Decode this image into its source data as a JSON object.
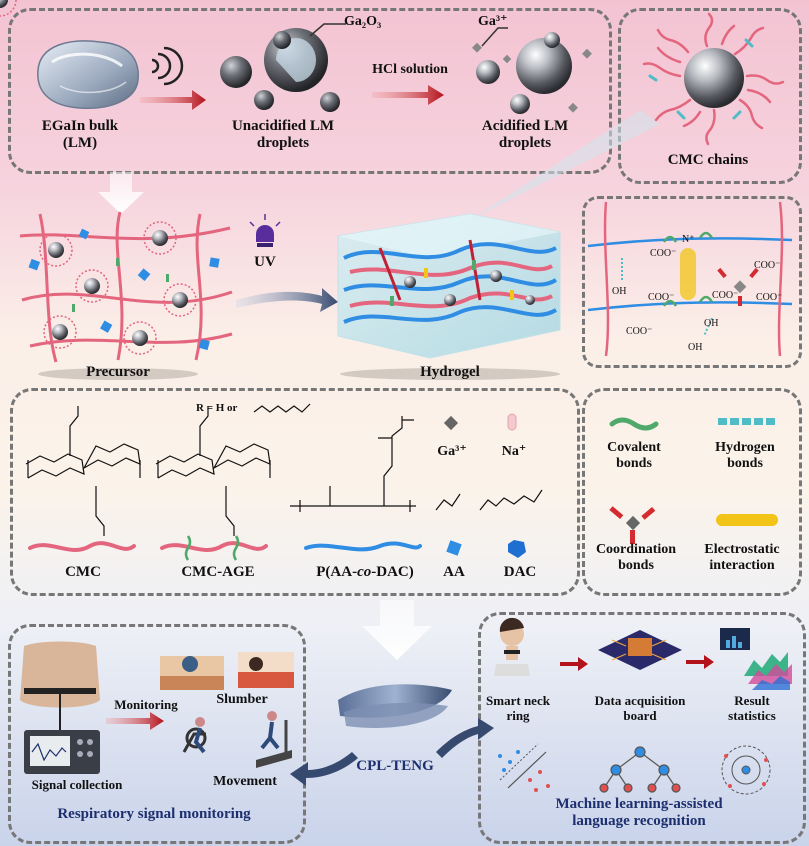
{
  "top": {
    "bulk_label_1": "EGaIn bulk",
    "bulk_label_2": "(LM)",
    "oxide_label": "Ga₂O₃",
    "unacid_label_1": "Unacidified LM",
    "unacid_label_2": "droplets",
    "hcl_label": "HCl solution",
    "ion_label": "Ga³⁺",
    "acid_label_1": "Acidified LM",
    "acid_label_2": "droplets",
    "cmc_chains_label": "CMC chains"
  },
  "middle": {
    "uv_label": "UV",
    "precursor_label": "Precursor",
    "hydrogel_label": "Hydrogel",
    "bond_ions": {
      "carboxylate": "COO⁻",
      "hydroxyl": "OH",
      "ammonium": "N⁺"
    }
  },
  "components": {
    "r_group_label": "R = H  or",
    "cmc_label": "CMC",
    "cmc_age_label": "CMC-AGE",
    "paa_prefix": "P(AA-",
    "paa_co": "co",
    "paa_suffix": "-DAC)",
    "aa_label": "AA",
    "dac_label": "DAC",
    "ga_label": "Ga³⁺",
    "na_label": "Na⁺"
  },
  "legend": {
    "covalent_1": "Covalent",
    "covalent_2": "bonds",
    "hydrogen_1": "Hydrogen",
    "hydrogen_2": "bonds",
    "coord_1": "Coordination",
    "coord_2": "bonds",
    "electro_1": "Electrostatic",
    "electro_2": "interaction"
  },
  "bottom": {
    "slumber_label": "Slumber",
    "monitoring_label": "Monitoring",
    "signal_label": "Signal collection",
    "movement_label": "Movement",
    "resp_title": "Respiratory signal monitoring",
    "teng_label": "CPL-TENG",
    "neck_1": "Smart neck",
    "neck_2": "ring",
    "daq_1": "Data acquisition",
    "daq_2": "board",
    "result_1": "Result",
    "result_2": "statistics",
    "ml_title_1": "Machine learning-assisted",
    "ml_title_2": "language recognition"
  },
  "colors": {
    "arrow_red": "#b3121b",
    "cmc_pink": "#e4667e",
    "paa_blue": "#2f8de4",
    "covalent_green": "#4ea96a",
    "hbond_teal": "#4fbcc6",
    "coord_red": "#d32b30",
    "electro_yellow": "#f2c417",
    "title_blue": "#1d2f6e"
  }
}
